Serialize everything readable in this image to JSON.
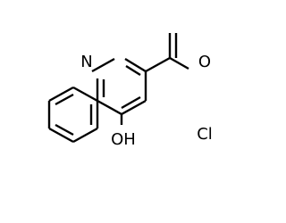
{
  "molecule": {
    "atoms": {
      "nitrogen": "N",
      "carbonyl_oxygen": "O",
      "chlorine": "Cl",
      "hydroxyl": "OH"
    },
    "colors": {
      "ink": "#000000",
      "background": "#ffffff"
    }
  }
}
